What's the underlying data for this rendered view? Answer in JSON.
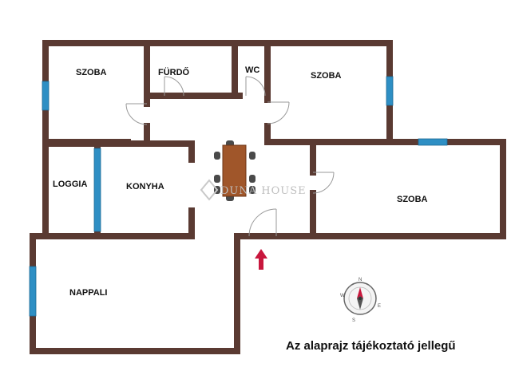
{
  "rooms": {
    "szoba_1": "SZOBA",
    "furdo": "FÜRDŐ",
    "wc": "WC",
    "szoba_2": "SZOBA",
    "loggia": "LOGGIA",
    "konyha": "KONYHA",
    "szoba_3": "SZOBA",
    "nappali": "NAPPALI"
  },
  "watermark": "DUNA HOUSE",
  "note": "Az alaprajz tájékoztató jellegű",
  "compass": {
    "n": "N",
    "w": "W",
    "e": "E",
    "s": "S"
  },
  "colors": {
    "wall": "#5a3a32",
    "window": "#2e8fc4",
    "door": "#9a9a9a",
    "table": "#a0562a",
    "chair": "#4a4a4a",
    "entrance_arrow": "#c8173d"
  }
}
